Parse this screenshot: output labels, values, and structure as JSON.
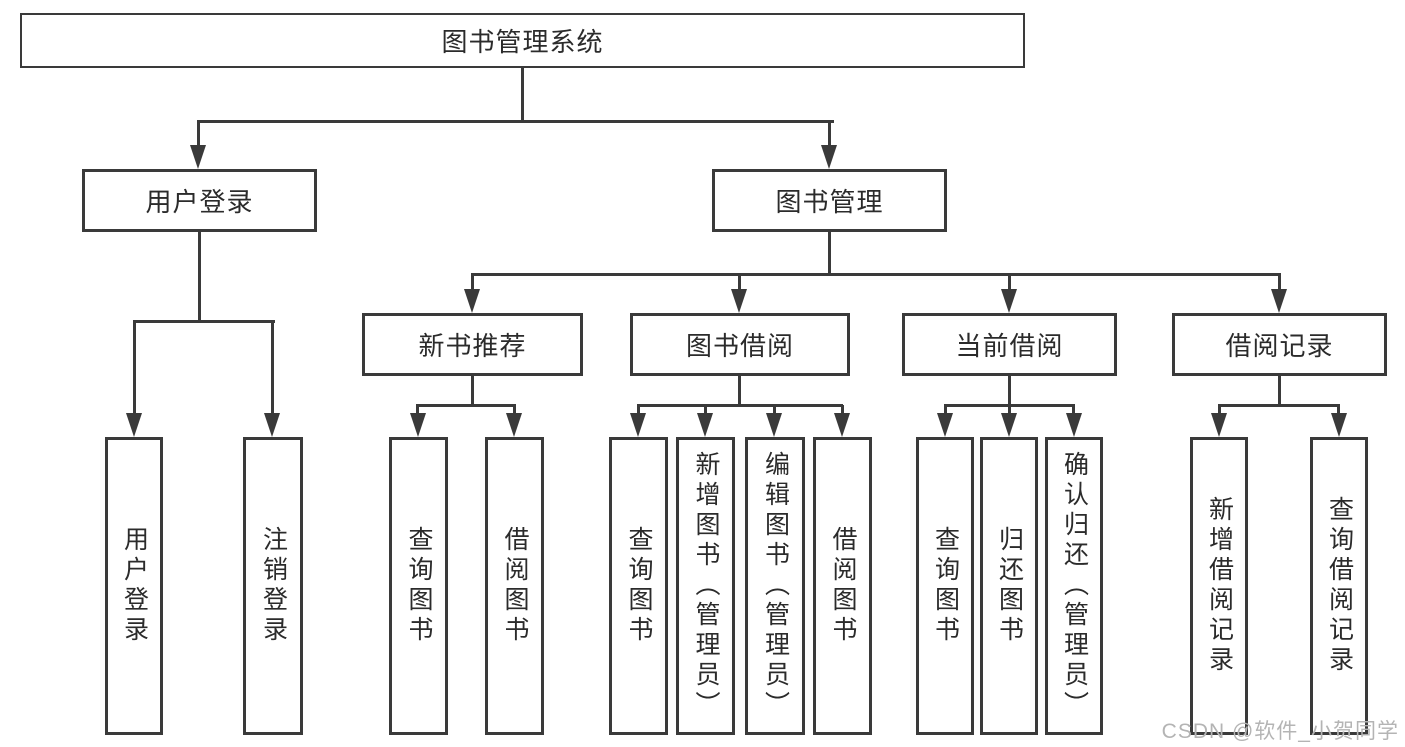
{
  "diagram": {
    "type": "hierarchy-tree",
    "line_color": "#3a3a3a",
    "background": "#ffffff",
    "root": {
      "label": "图书管理系统"
    },
    "branches": [
      {
        "label": "用户登录",
        "children": [
          {
            "label": "用户登录"
          },
          {
            "label": "注销登录"
          }
        ]
      },
      {
        "label": "图书管理",
        "children": [
          {
            "label": "新书推荐",
            "children": [
              {
                "label": "查询图书"
              },
              {
                "label": "借阅图书"
              }
            ]
          },
          {
            "label": "图书借阅",
            "children": [
              {
                "label": "查询图书"
              },
              {
                "label": "新增图书（管理员）"
              },
              {
                "label": "编辑图书（管理员）"
              },
              {
                "label": "借阅图书"
              }
            ]
          },
          {
            "label": "当前借阅",
            "children": [
              {
                "label": "查询图书"
              },
              {
                "label": "归还图书"
              },
              {
                "label": "确认归还（管理员）"
              }
            ]
          },
          {
            "label": "借阅记录",
            "children": [
              {
                "label": "新增借阅记录"
              },
              {
                "label": "查询借阅记录"
              }
            ]
          }
        ]
      }
    ]
  },
  "watermark": {
    "text": "CSDN @软件_小贺同学",
    "color": "#b4b4b4"
  }
}
